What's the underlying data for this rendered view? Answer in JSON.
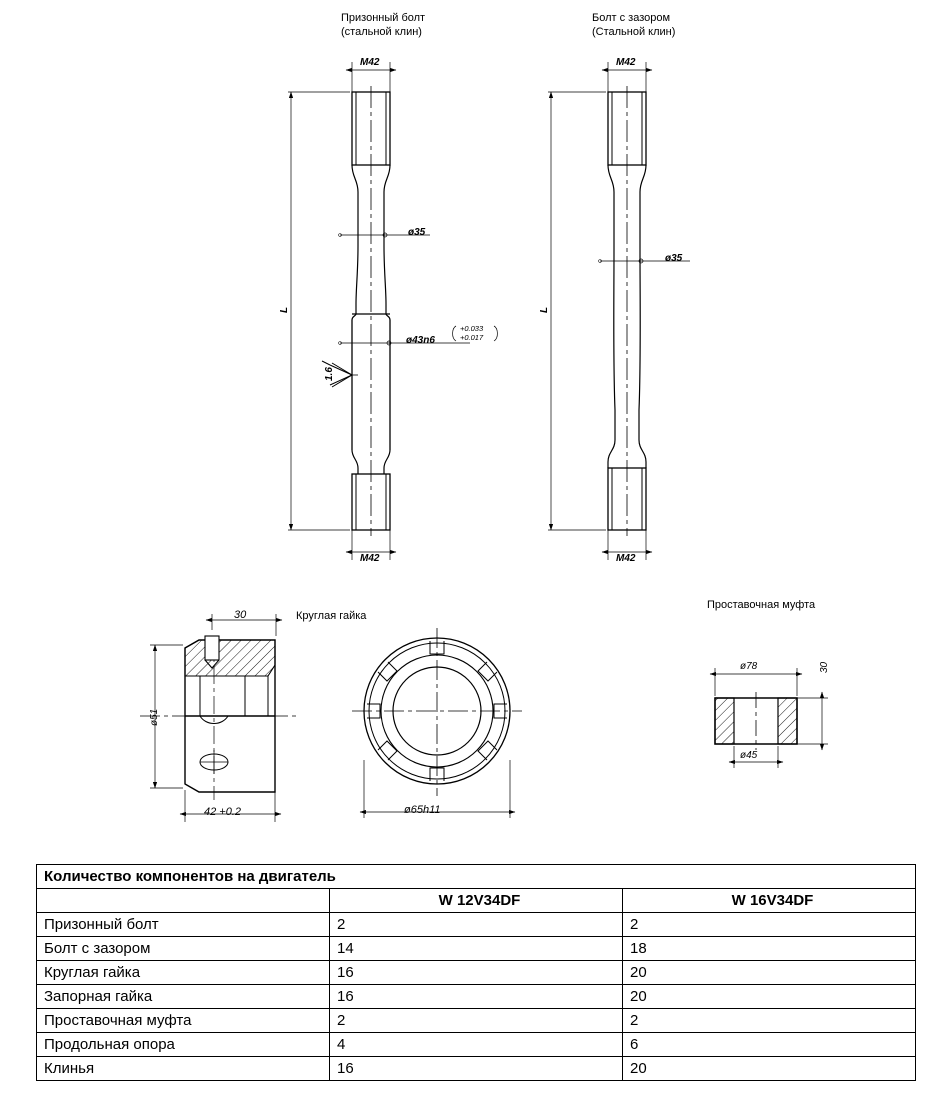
{
  "drawing": {
    "parts": [
      {
        "id": "fitted-bolt",
        "title_line1": "Призонный болт",
        "title_line2": "(стальной клин)",
        "dims": {
          "thread_top": "M42",
          "thread_bottom": "M42",
          "length": "L",
          "shank_dia": "ø35",
          "fit_dia": "ø43n6",
          "tol_upper": "+0.033",
          "tol_lower": "+0.017",
          "roughness": "1.6"
        }
      },
      {
        "id": "clearance-bolt",
        "title_line1": "Болт с зазором",
        "title_line2": "(Стальной клин)",
        "dims": {
          "thread_top": "M42",
          "thread_bottom": "M42",
          "length": "L",
          "shank_dia": "ø35"
        }
      },
      {
        "id": "round-nut",
        "title_line1": "Круглая гайка",
        "dims": {
          "hole_depth": "30",
          "inner_dia": "ø51",
          "height": "42 +0.2",
          "outer_dia": "ø65h11"
        }
      },
      {
        "id": "spacer-sleeve",
        "title_line1": "Проставочная муфта",
        "dims": {
          "outer_dia": "ø78",
          "inner_dia": "ø45",
          "thickness": "30"
        }
      }
    ]
  },
  "table": {
    "title": "Количество компонентов на двигатель",
    "columns": [
      "",
      "W 12V34DF",
      "W 16V34DF"
    ],
    "rows": [
      {
        "label": "Призонный болт",
        "v12": "2",
        "v16": "2"
      },
      {
        "label": "Болт с зазором",
        "v12": "14",
        "v16": "18"
      },
      {
        "label": "Круглая гайка",
        "v12": "16",
        "v16": "20"
      },
      {
        "label": "Запорная гайка",
        "v12": "16",
        "v16": "20"
      },
      {
        "label": "Проставочная муфта",
        "v12": "2",
        "v16": "2"
      },
      {
        "label": "Продольная опора",
        "v12": "4",
        "v16": "6"
      },
      {
        "label": "Клинья",
        "v12": "16",
        "v16": "20"
      }
    ]
  },
  "colors": {
    "line": "#000000",
    "background": "#ffffff"
  }
}
